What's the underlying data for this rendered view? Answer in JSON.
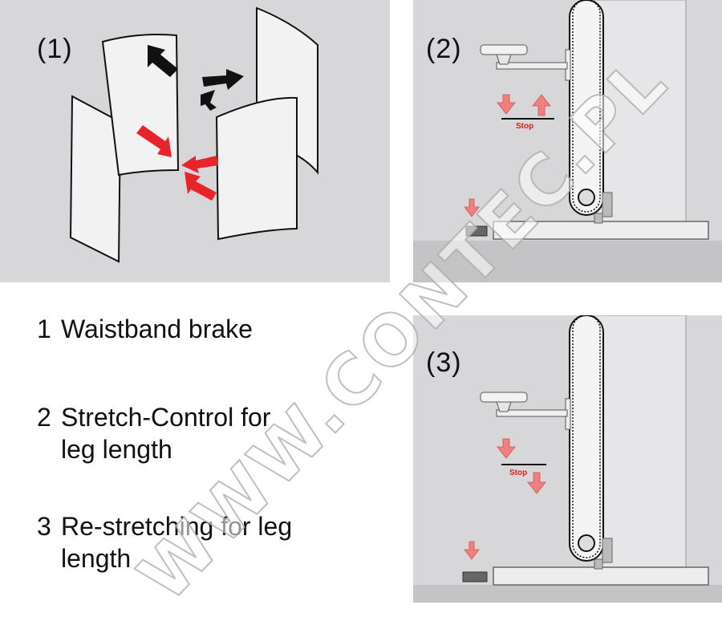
{
  "panels": {
    "p1_label": "(1)",
    "p2_label": "(2)",
    "p3_label": "(3)"
  },
  "stop_text": "Stop",
  "legend": [
    {
      "num": "1",
      "line1": "Waistband brake",
      "line2": ""
    },
    {
      "num": "2",
      "line1": "Stretch-Control for",
      "line2": "leg length"
    },
    {
      "num": "3",
      "line1": "Re-stretching for leg",
      "line2": "length"
    }
  ],
  "watermark": "WWW.CONTEC.PL",
  "colors": {
    "panel_bg": "#d7d7d9",
    "arrow_red": "#e8242b",
    "arrow_pink": "#f08080",
    "arrow_black": "#111111"
  }
}
